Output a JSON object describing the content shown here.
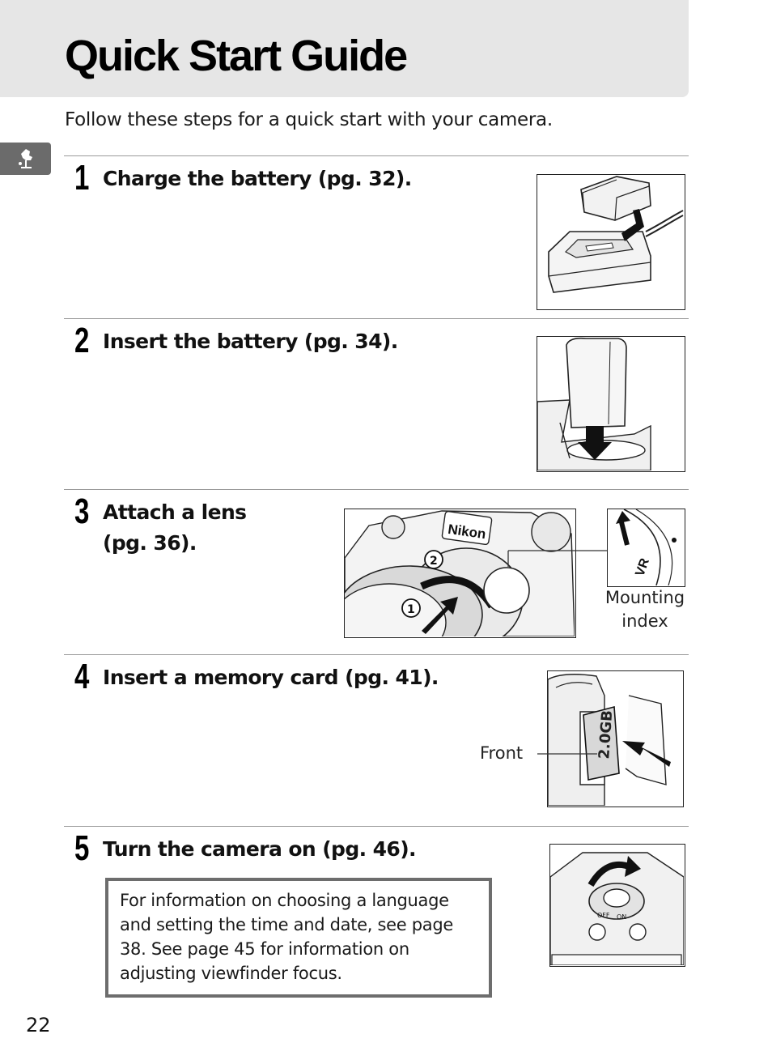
{
  "header": {
    "title": "Quick Start Guide",
    "intro": "Follow these steps for a quick start with your camera."
  },
  "side_tab": {
    "icon": "camera-quickstart-icon"
  },
  "steps": [
    {
      "number": "1",
      "text": "Charge the battery (pg. 32).",
      "illustration": "battery-charger-illustration"
    },
    {
      "number": "2",
      "text": "Insert the battery (pg. 34).",
      "illustration": "battery-insertion-illustration"
    },
    {
      "number": "3",
      "text_line1": "Attach a lens",
      "text_line2": "(pg. 36).",
      "illustration": "lens-mount-illustration",
      "badges": [
        "1",
        "2"
      ],
      "logo_text": "Nikon",
      "callout": [
        "Mounting",
        "index"
      ]
    },
    {
      "number": "4",
      "text": "Insert a memory card (pg. 41).",
      "illustration": "memory-card-illustration",
      "card_label": "2.0GB",
      "callout": "Front"
    },
    {
      "number": "5",
      "text": "Turn the camera on (pg. 46).",
      "illustration": "power-switch-illustration",
      "switch_labels": [
        "OFF",
        "ON"
      ],
      "info_box": "For information on choosing a language and setting the time and date, see page 38.  See page 45 for information on adjusting viewfinder focus."
    }
  ],
  "page_number": "22",
  "colors": {
    "header_band": "#e6e6e6",
    "side_tab": "#6b6b6b",
    "box_border": "#6d6d6d"
  }
}
